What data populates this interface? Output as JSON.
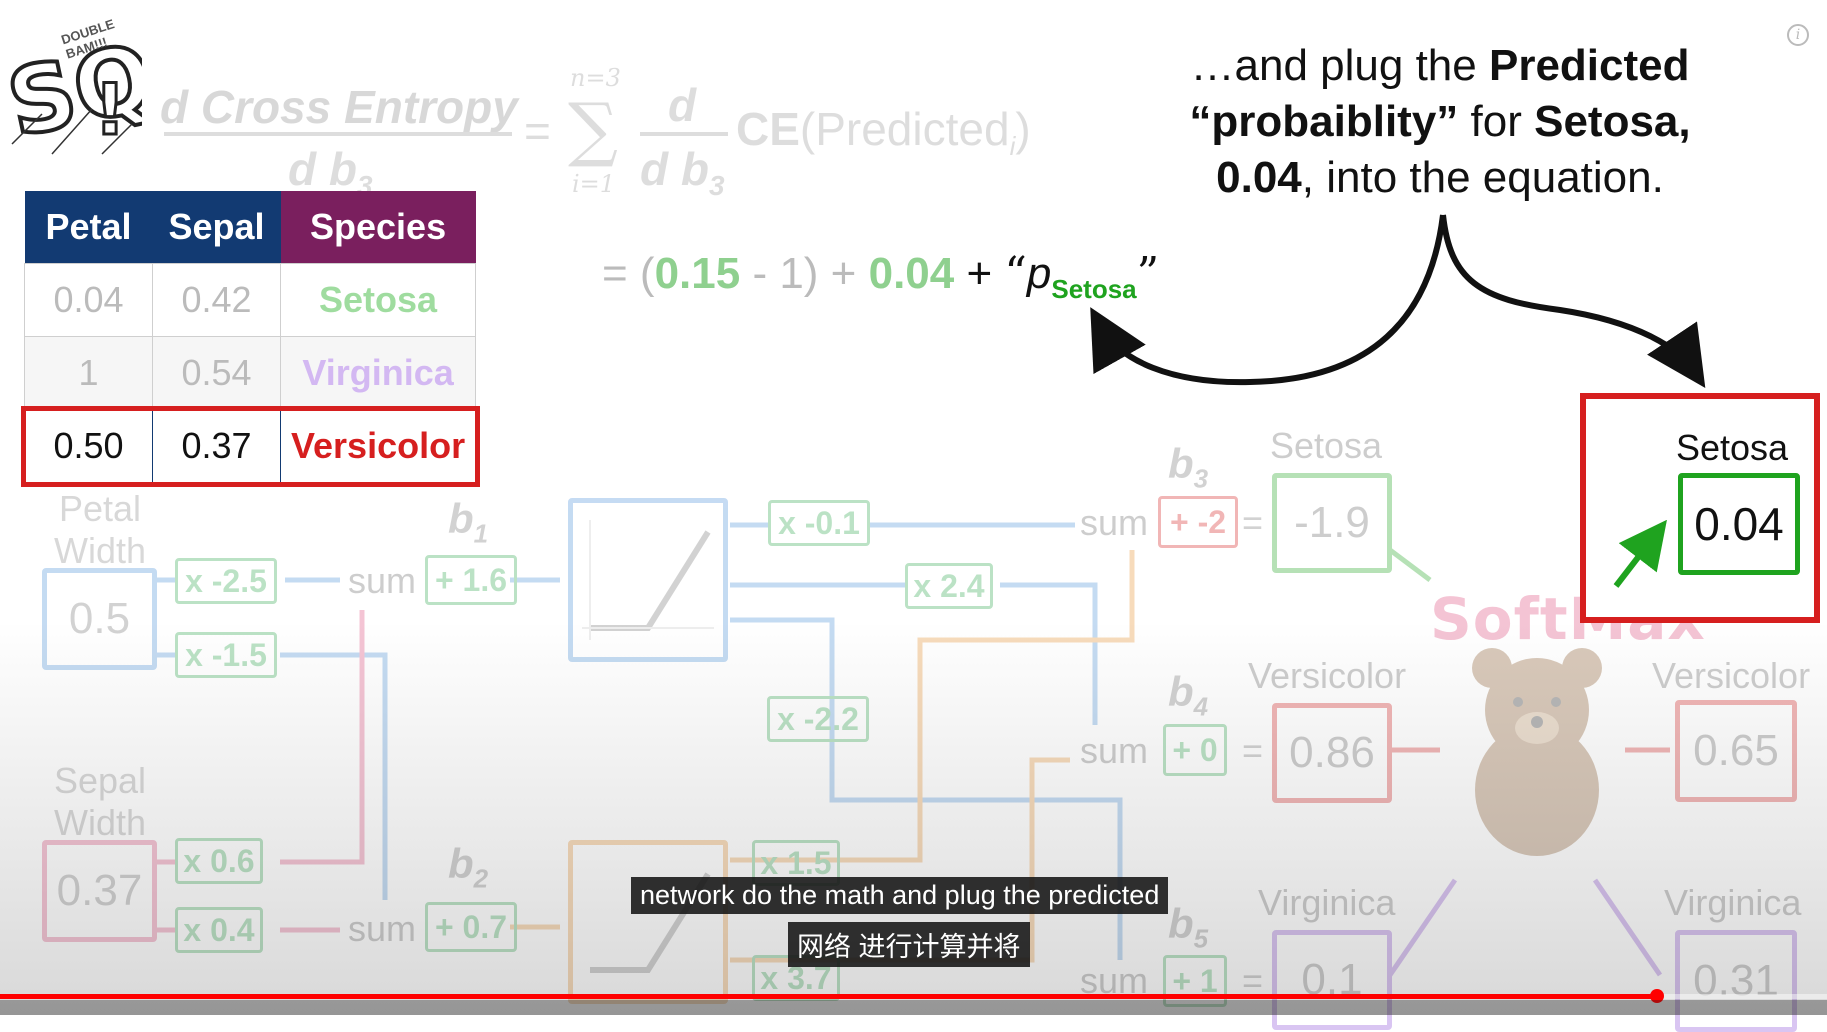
{
  "logo": {
    "text": "SQ!",
    "small_text": "DOUBLE BAM!!!"
  },
  "equation": {
    "lhs_numerator": "d Cross Entropy",
    "lhs_denominator": "d b",
    "lhs_sub": "3",
    "eq": "=",
    "sum_top": "n=3",
    "sum_symbol": "∑",
    "sum_bottom": "i=1",
    "d_num": "d",
    "d_den": "d b",
    "d_sub": "3",
    "ce": "CE",
    "ce_arg": "(Predicted",
    "ce_sub": "i",
    "ce_close": ")"
  },
  "expansion": {
    "eq": "= (",
    "v1": "0.15",
    "minus": " - 1) + ",
    "v2": "0.04",
    "plus": " + ",
    "q_open": "“",
    "p": "p",
    "p_sub": "Setosa",
    "q_close": "”"
  },
  "callout": {
    "line1_a": "…and plug the ",
    "line1_b": "Predicted",
    "line2_a": "“probaiblity”",
    "line2_b": " for ",
    "line2_c": "Setosa,",
    "line3_a": "0.04",
    "line3_b": ", into the equation."
  },
  "table": {
    "headers": [
      "Petal",
      "Sepal",
      "Species"
    ],
    "rows": [
      [
        "0.04",
        "0.42",
        "Setosa"
      ],
      [
        "1",
        "0.54",
        "Virginica"
      ],
      [
        "0.50",
        "0.37",
        "Versicolor"
      ]
    ]
  },
  "network": {
    "petal_label_1": "Petal",
    "petal_label_2": "Width",
    "petal_value": "0.5",
    "sepal_label_1": "Sepal",
    "sepal_label_2": "Width",
    "sepal_value": "0.37",
    "w_petal_1": "x -2.5",
    "w_petal_2": "x -1.5",
    "w_sepal_1": "x 0.6",
    "w_sepal_2": "x 0.4",
    "sum": "sum",
    "b1_label": "b",
    "b1_sub": "1",
    "b1_value": "+ 1.6",
    "b2_label": "b",
    "b2_sub": "2",
    "b2_value": "+ 0.7",
    "w_h1_a": "x -0.1",
    "w_h1_b": "x 2.4",
    "w_h1_c": "x -2.2",
    "w_h2_a": "x 1.5",
    "w_h2_b": "x 3.7",
    "b3_label": "b",
    "b3_sub": "3",
    "b3_value": "+ -2",
    "b4_label": "b",
    "b4_sub": "4",
    "b4_value": "+ 0",
    "b5_label": "b",
    "b5_sub": "5",
    "b5_value": "+ 1",
    "eq": "=",
    "raw_setosa_label": "Setosa",
    "raw_setosa": "-1.9",
    "raw_versicolor_label": "Versicolor",
    "raw_versicolor": "0.86",
    "raw_virginica_label": "Virginica",
    "raw_virginica": "0.1",
    "softmax": "SoftMax",
    "out_setosa_label": "Setosa",
    "out_setosa": "0.04",
    "out_versicolor_label": "Versicolor",
    "out_versicolor": "0.65",
    "out_virginica_label": "Virginica",
    "out_virginica": "0.31"
  },
  "subtitles": {
    "line1": "network do the math and plug the predicted",
    "line2": "网络 进行计算并将"
  },
  "player": {
    "progress_fraction": 0.907
  },
  "colors": {
    "setosa": "#1fa31f",
    "versicolor": "#d61f1f",
    "virginica": "#8a4bd6",
    "table_header_blue": "#123a72",
    "table_header_purple": "#7a1f5e",
    "node_blue": "#4a90d9",
    "node_orange": "#e8922e",
    "node_pink": "#e04a7d",
    "weight_green": "#2fa84f"
  }
}
